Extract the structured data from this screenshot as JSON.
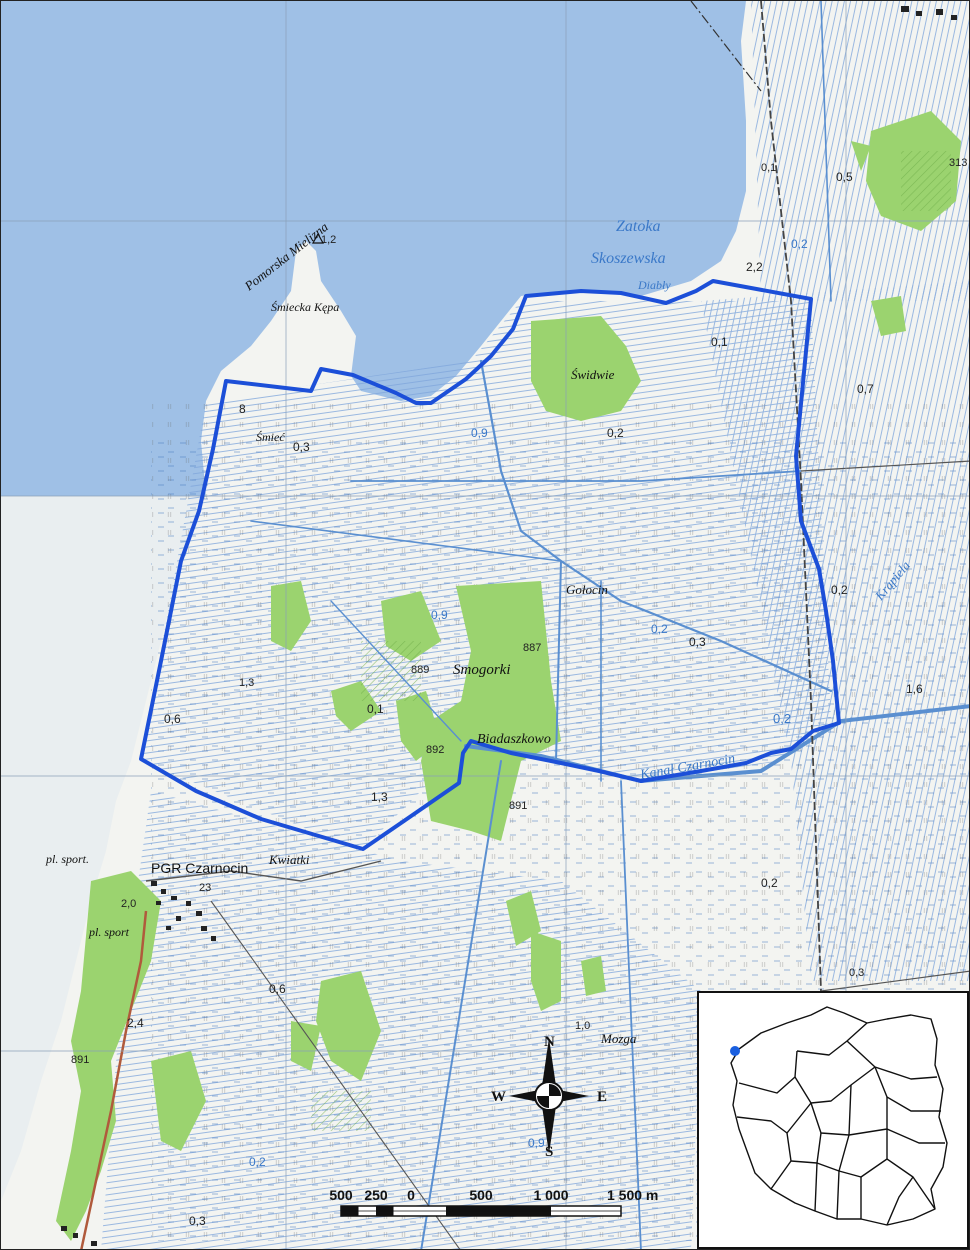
{
  "map": {
    "colors": {
      "sea": "#9fc0e6",
      "lagoon": "#e9eef0",
      "land": "#f3f4f1",
      "forest": "#9bd36f",
      "drainage": "#5a8fd0",
      "boundary": "#1c4fd8",
      "road": "#555555",
      "rail": "#333333"
    },
    "place_labels": {
      "pomorska_mielizna": "Pomorska Mielizna",
      "smiecka_kepa": "Śmiecka Kępa",
      "smiec": "Śmieć",
      "swidwie": "Świdwie",
      "golocin": "Gołocin",
      "smogorki": "Smogorki",
      "biadaszkowo": "Biadaszkowo",
      "kwiatki": "Kwiatki",
      "pgr_czarnocin": "PGR Czarnocin",
      "mozga": "Mozga",
      "pl_sport_1": "pl. sport.",
      "pl_sport_2": "pl. sport",
      "diably": "Diabły",
      "krapiela": "Krąpiela"
    },
    "water_labels": {
      "zatoka": "Zatoka",
      "skoszewska": "Skoszewska",
      "kanal": "Kanał Czarnocin"
    },
    "elevations": {
      "e1": "1,2",
      "e2": "2,2",
      "e3": "0,1",
      "e4": "0,7",
      "e5": "0,2",
      "e6": "0,3",
      "e7": "0,5",
      "e8": "313",
      "e9": "0,2",
      "e10": "0,3",
      "e11": "1,6",
      "e12": "0,2",
      "e13": "0,6",
      "e14": "0,1",
      "e15": "1,3",
      "e16": "0,2",
      "e17": "0,6",
      "e18": "2,4",
      "e19": "0,3",
      "e20": "0,9",
      "e21": "0,2",
      "e22": "0,9",
      "e23": "887",
      "e24": "889",
      "e25": "892",
      "e26": "891",
      "e27": "1,0",
      "e28": "0,2",
      "e29": "23",
      "e30": "0,1",
      "e31": "0,9",
      "e32": "8",
      "e33": "1,3",
      "e34": "0,2",
      "e35": "0,3",
      "e36": "2,0",
      "e37": "891"
    },
    "compass": {
      "n": "N",
      "e": "E",
      "s": "S",
      "w": "W"
    },
    "scale_bar": {
      "labels": [
        "500",
        "250",
        "0",
        "500",
        "1 000",
        "1 500 m"
      ],
      "ticks_m": [
        -500,
        -250,
        0,
        500,
        1000,
        1500
      ]
    },
    "inset": {
      "marker_color": "#1a5fe0",
      "outline_color": "#111111"
    }
  }
}
